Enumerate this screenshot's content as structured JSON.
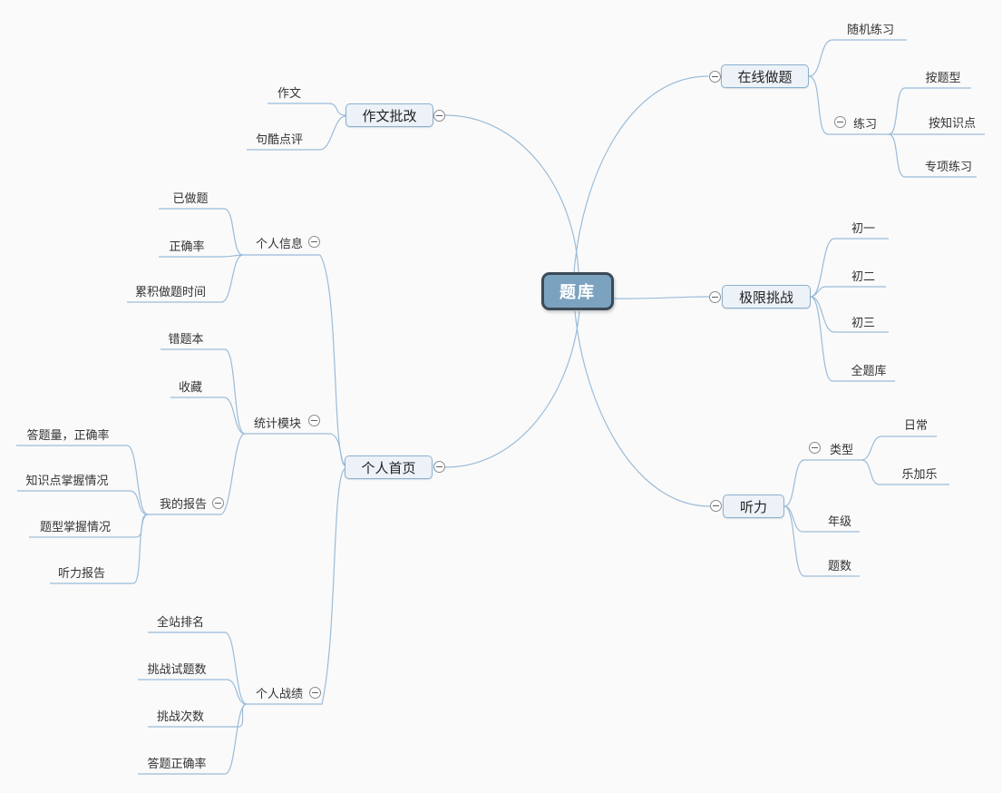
{
  "canvas": {
    "background": "#fafafa"
  },
  "colors": {
    "connector_line": "#9bbcd9",
    "root_fill": "#7ba3c0",
    "root_border": "#3b4a56",
    "root_text": "#ffffff",
    "topic_fill": "#ecf2f8",
    "topic_border": "#8ab0cf",
    "label_text": "#333333"
  },
  "icons": {
    "collapse_glyph": "minus-in-circle"
  },
  "mindmap": {
    "root": {
      "label": "题库"
    },
    "branches": [
      {
        "label": "在线做题",
        "children": [
          {
            "label": "随机练习"
          },
          {
            "label": "练习",
            "children": [
              {
                "label": "按题型"
              },
              {
                "label": "按知识点"
              },
              {
                "label": "专项练习"
              }
            ]
          }
        ]
      },
      {
        "label": "极限挑战",
        "children": [
          {
            "label": "初一"
          },
          {
            "label": "初二"
          },
          {
            "label": "初三"
          },
          {
            "label": "全题库"
          }
        ]
      },
      {
        "label": "听力",
        "children": [
          {
            "label": "类型",
            "children": [
              {
                "label": "日常"
              },
              {
                "label": "乐加乐"
              }
            ]
          },
          {
            "label": "年级"
          },
          {
            "label": "题数"
          }
        ]
      },
      {
        "label": "作文批改",
        "children": [
          {
            "label": "作文"
          },
          {
            "label": "句酷点评"
          }
        ]
      },
      {
        "label": "个人首页",
        "children": [
          {
            "label": "个人信息",
            "children": [
              {
                "label": "已做题"
              },
              {
                "label": "正确率"
              },
              {
                "label": "累积做题时间"
              }
            ]
          },
          {
            "label": "统计模块",
            "children": [
              {
                "label": "错题本"
              },
              {
                "label": "收藏"
              },
              {
                "label": "我的报告",
                "children": [
                  {
                    "label": "答题量，正确率"
                  },
                  {
                    "label": "知识点掌握情况"
                  },
                  {
                    "label": "题型掌握情况"
                  },
                  {
                    "label": "听力报告"
                  }
                ]
              }
            ]
          },
          {
            "label": "个人战绩",
            "children": [
              {
                "label": "全站排名"
              },
              {
                "label": "挑战试题数"
              },
              {
                "label": "挑战次数"
              },
              {
                "label": "答题正确率"
              }
            ]
          }
        ]
      }
    ]
  }
}
